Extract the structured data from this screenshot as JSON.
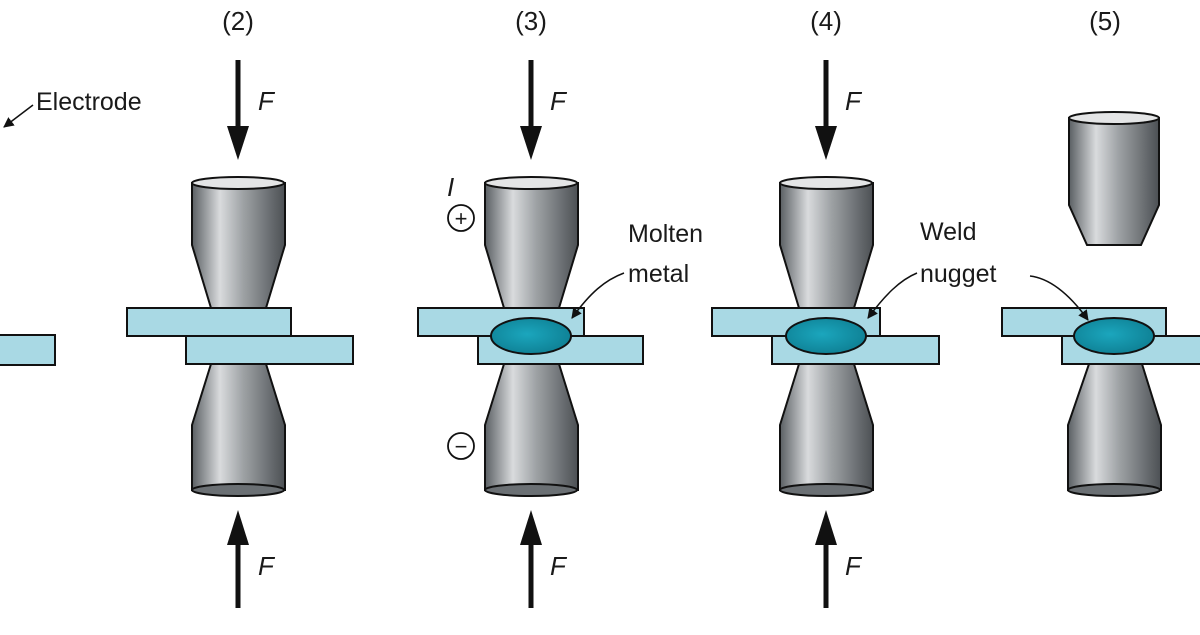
{
  "steps": [
    {
      "number": "(2)",
      "force_top": "F",
      "force_bottom": "F"
    },
    {
      "number": "(3)",
      "force_top": "F",
      "force_bottom": "F",
      "current": "I",
      "polarity_top": "+",
      "polarity_bottom": "−"
    },
    {
      "number": "(4)",
      "force_top": "F",
      "force_bottom": "F"
    },
    {
      "number": "(5)"
    }
  ],
  "labels": {
    "electrode": "Electrode",
    "molten_line1": "Molten",
    "molten_line2": "metal",
    "weld_line1": "Weld",
    "weld_line2": "nugget"
  },
  "colors": {
    "sheet": "#a9d9e4",
    "nugget": "#1497ad",
    "electrode_dark": "#555a5e",
    "electrode_light": "#d4d6d8",
    "outline": "#111111"
  }
}
